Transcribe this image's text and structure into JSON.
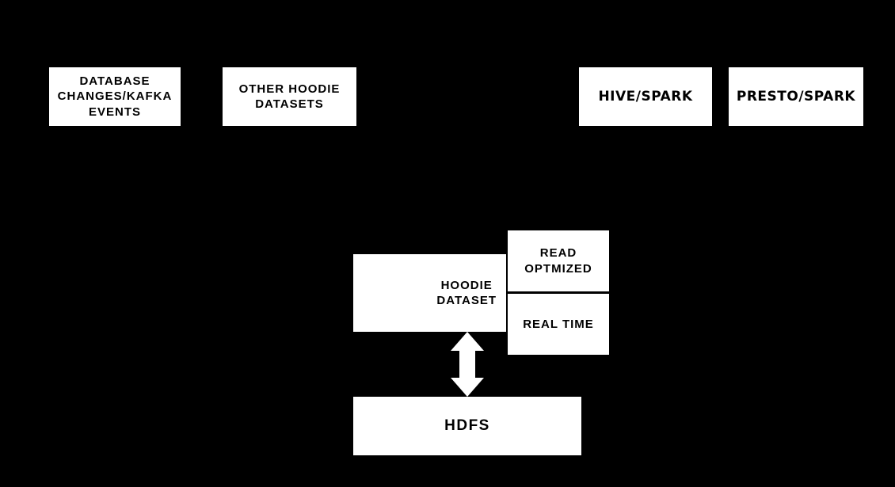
{
  "diagram": {
    "background_color": "#000000",
    "box_color": "#ffffff",
    "text_color": "#000000",
    "arrow_color": "#ffffff",
    "nodes": {
      "database_changes": {
        "label": "DATABASE\nCHANGES/KAFKA\nEVENTS"
      },
      "other_hoodie_datasets": {
        "label": "OTHER HOODIE\nDATASETS"
      },
      "hive_spark": {
        "label": "HIVE/SPARK"
      },
      "presto_spark": {
        "label": "PRESTO/SPARK"
      },
      "hoodie_dataset": {
        "label": "HOODIE\nDATASET"
      },
      "read_optimized": {
        "label": "READ\nOPTMIZED"
      },
      "real_time": {
        "label": "REAL TIME"
      },
      "hdfs": {
        "label": "HDFS"
      }
    },
    "arrow": {
      "name": "bidirectional-vertical-arrow"
    }
  }
}
